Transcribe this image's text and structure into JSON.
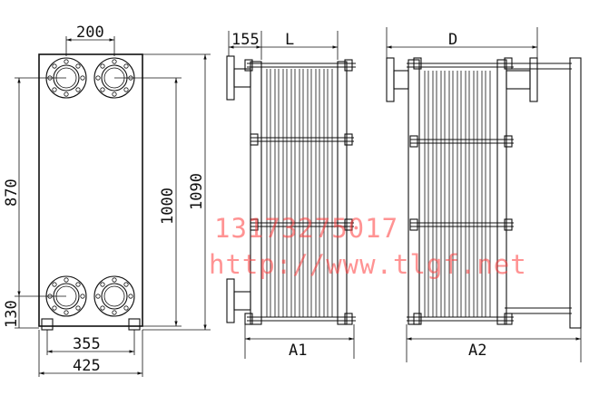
{
  "front_view": {
    "port_spacing": "200",
    "ports_height": "870",
    "plate_height": "1000",
    "overall_height": "1090",
    "bottom_offset": "130",
    "bolt_span": "355",
    "overall_width": "425"
  },
  "side_view_a1": {
    "nozzle_length": "155",
    "length_label": "L",
    "overall_label": "A1"
  },
  "side_view_a2": {
    "depth_label": "D",
    "overall_label": "A2"
  },
  "watermark": {
    "phone": "13173275017",
    "url": "http://www.tlgf.net",
    "color": "#ff3c3c"
  }
}
